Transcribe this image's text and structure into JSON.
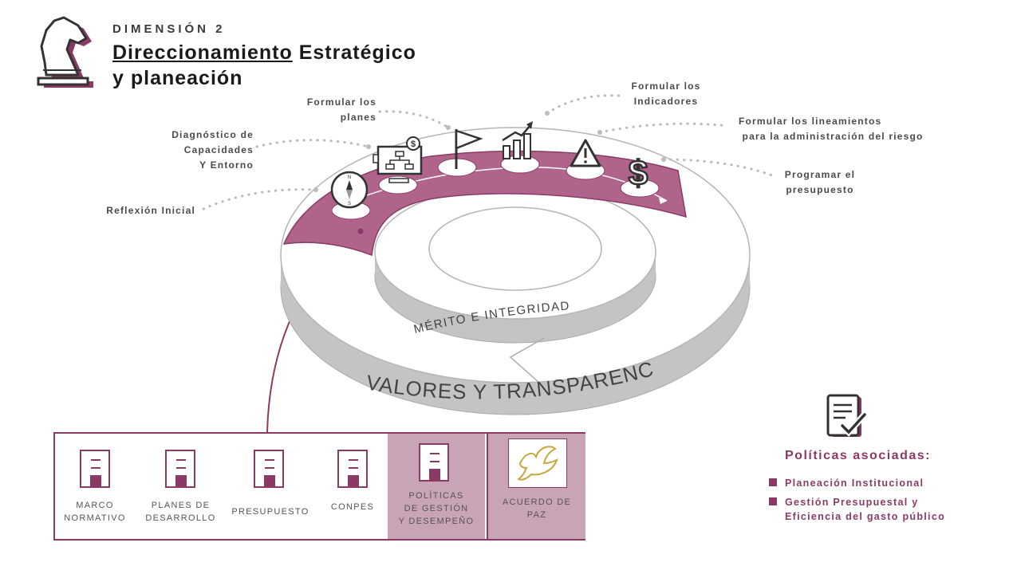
{
  "header": {
    "dimension": "DIMENSIÓN 2",
    "title_underlined": "Direccionamiento",
    "title_rest_line1": " Estratégico",
    "title_line2": "y planeación"
  },
  "steps": {
    "reflexion": "Reflexión Inicial",
    "diagnostico": [
      "Diagnóstico de",
      "Capacidades",
      "Y Entorno"
    ],
    "planes": [
      "Formular los",
      "planes"
    ],
    "indicadores": [
      "Formular los",
      "Indicadores"
    ],
    "lineamientos": [
      "Formular los lineamientos",
      "para la administración del riesgo"
    ],
    "presupuesto": [
      "Programar el",
      "presupuesto"
    ]
  },
  "rings": {
    "inner": "MÉRITO E INTEGRIDAD",
    "outer": "VALORES Y TRANSPARENCIA"
  },
  "documents": [
    {
      "label": [
        "MARCO",
        "NORMATIVO"
      ]
    },
    {
      "label": [
        "PLANES DE",
        "DESARROLLO"
      ]
    },
    {
      "label": [
        "PRESUPUESTO"
      ]
    },
    {
      "label": [
        "CONPES"
      ]
    },
    {
      "label": [
        "POLÍTICAS",
        "DE GESTIÓN",
        "Y DESEMPEÑO"
      ]
    },
    {
      "label": [
        "ACUERDO DE",
        "PAZ"
      ]
    }
  ],
  "policies": {
    "title": "Políticas asociadas:",
    "items": [
      {
        "lines": [
          "Planeación Institucional"
        ]
      },
      {
        "lines": [
          "Gestión Presupuestal y",
          "Eficiencia del gasto público"
        ]
      }
    ]
  },
  "colors": {
    "accent": "#8b3a66",
    "band": "#b0648c",
    "panel_highlight": "#c9a3b6",
    "ring_gray": "#c4c4c4"
  },
  "icons": [
    "knight-chess-icon",
    "compass-icon",
    "org-chart-board-icon",
    "flag-icon",
    "bar-chart-growth-icon",
    "warning-icon",
    "dollar-icon",
    "document-icon",
    "dove-icon",
    "checklist-icon"
  ]
}
